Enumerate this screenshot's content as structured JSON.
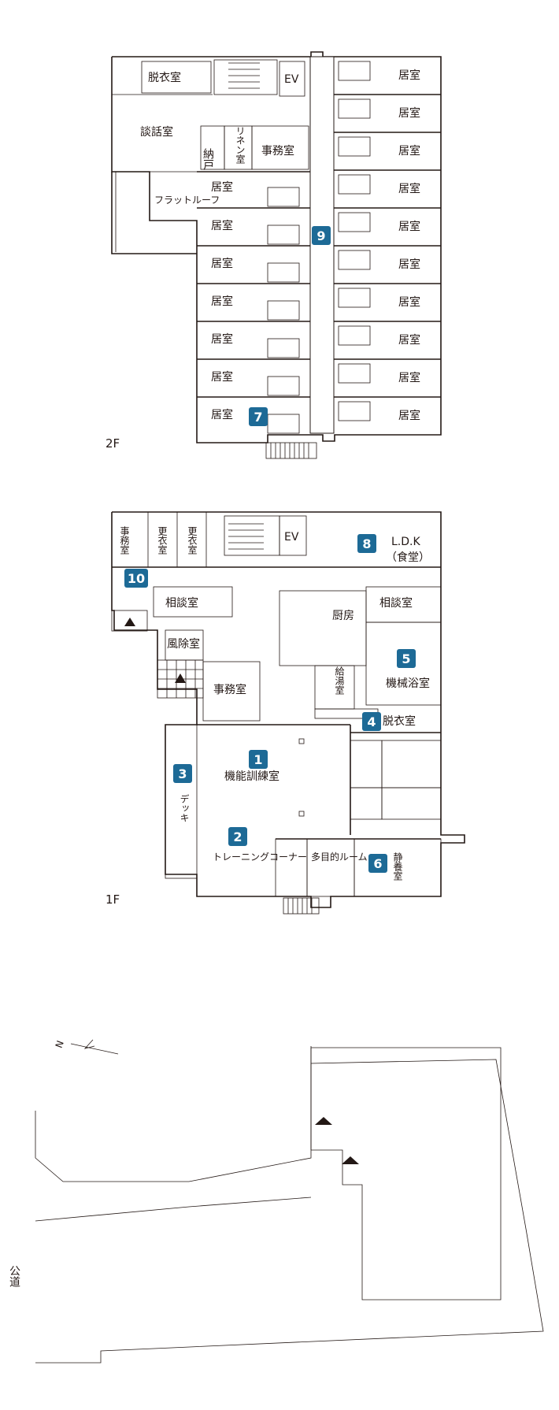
{
  "colors": {
    "line": "#231815",
    "badge": "#1d6a96",
    "background": "#ffffff"
  },
  "floors": {
    "f2": {
      "label": "2F"
    },
    "f1": {
      "label": "1F"
    }
  },
  "rooms_2f": {
    "dressing": "脱衣室",
    "ev": "EV",
    "lounge": "談話室",
    "storage": "納戸",
    "linen": "リネン室",
    "office": "事務室",
    "flat_roof": "フラットルーフ",
    "resident_room": "居室"
  },
  "rooms_1f": {
    "office_small": "事務室",
    "changing_1": "更衣室",
    "changing_2": "更衣室",
    "ev": "EV",
    "ldk": "L.D.K",
    "dining": "（食堂）",
    "consult_1": "相談室",
    "consult_2": "相談室",
    "kitchen": "厨房",
    "windbreak": "風除室",
    "water_heater": "給湯室",
    "machine_bath": "機械浴室",
    "office": "事務室",
    "dressing": "脱衣室",
    "training_room": "機能訓練室",
    "deck": "デッキ",
    "training_corner": "トレーニングコーナー",
    "multipurpose": "多目的ルーム",
    "quiet_room": "静養室"
  },
  "badges": [
    "1",
    "2",
    "3",
    "4",
    "5",
    "6",
    "7",
    "8",
    "9",
    "10"
  ],
  "site": {
    "north_label": "N",
    "road_label": "公道"
  }
}
